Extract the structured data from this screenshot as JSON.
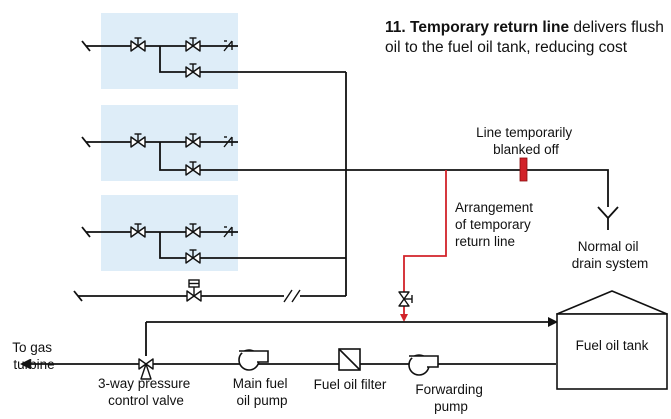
{
  "heading": {
    "number": "11.",
    "title": "Temporary return line",
    "description": "delivers flush oil to the fuel oil tank, reducing cost"
  },
  "labels": {
    "blanked_line1": "Line temporarily",
    "blanked_line2": "blanked off",
    "arrangement_line1": "Arrangement",
    "arrangement_line2": "of temporary",
    "arrangement_line3": "return line",
    "drain_line1": "Normal oil",
    "drain_line2": "drain system",
    "tank": "Fuel oil tank",
    "to_gas_line1": "To gas",
    "to_gas_line2": "turbine",
    "valve3_line1": "3-way pressure",
    "valve3_line2": "control valve",
    "main_pump_line1": "Main fuel",
    "main_pump_line2": "oil pump",
    "filter": "Fuel oil filter",
    "fwd_pump_line1": "Forwarding",
    "fwd_pump_line2": "pump"
  },
  "colors": {
    "panel": "#deedf8",
    "pipe": "#111111",
    "temporary_line": "#d2232a"
  }
}
